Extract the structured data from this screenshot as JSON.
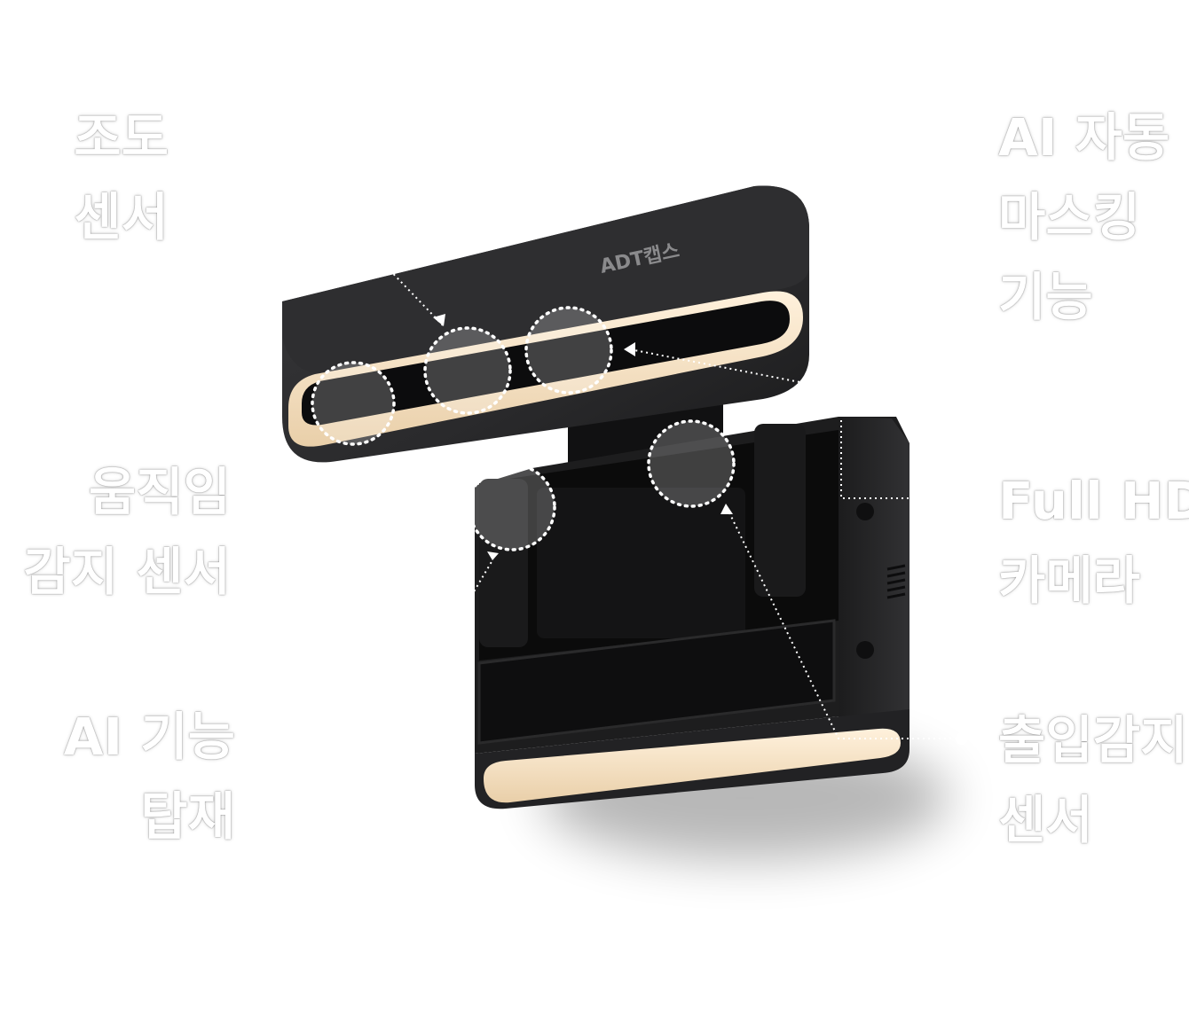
{
  "brand": {
    "logo_text": "ADT캡스"
  },
  "callouts": {
    "illumination_sensor": {
      "lines": [
        "조도",
        "센서"
      ]
    },
    "ai_auto_masking": {
      "lines": [
        "AI 자동",
        "마스킹",
        "기능"
      ]
    },
    "motion_sensor": {
      "lines": [
        "움직임",
        "감지 센서"
      ]
    },
    "full_hd_camera": {
      "lines": [
        "Full HD",
        "카메라"
      ]
    },
    "ai_chip": {
      "lines": [
        "AI 기능",
        "탑재"
      ]
    },
    "entry_sensor": {
      "lines": [
        "출입감지",
        "센서"
      ]
    }
  },
  "colors": {
    "device_body": "#2b2b2d",
    "device_face": "#0a0a0a",
    "led_glow": "#f3dcbc",
    "leader_line": "#ffffff"
  }
}
